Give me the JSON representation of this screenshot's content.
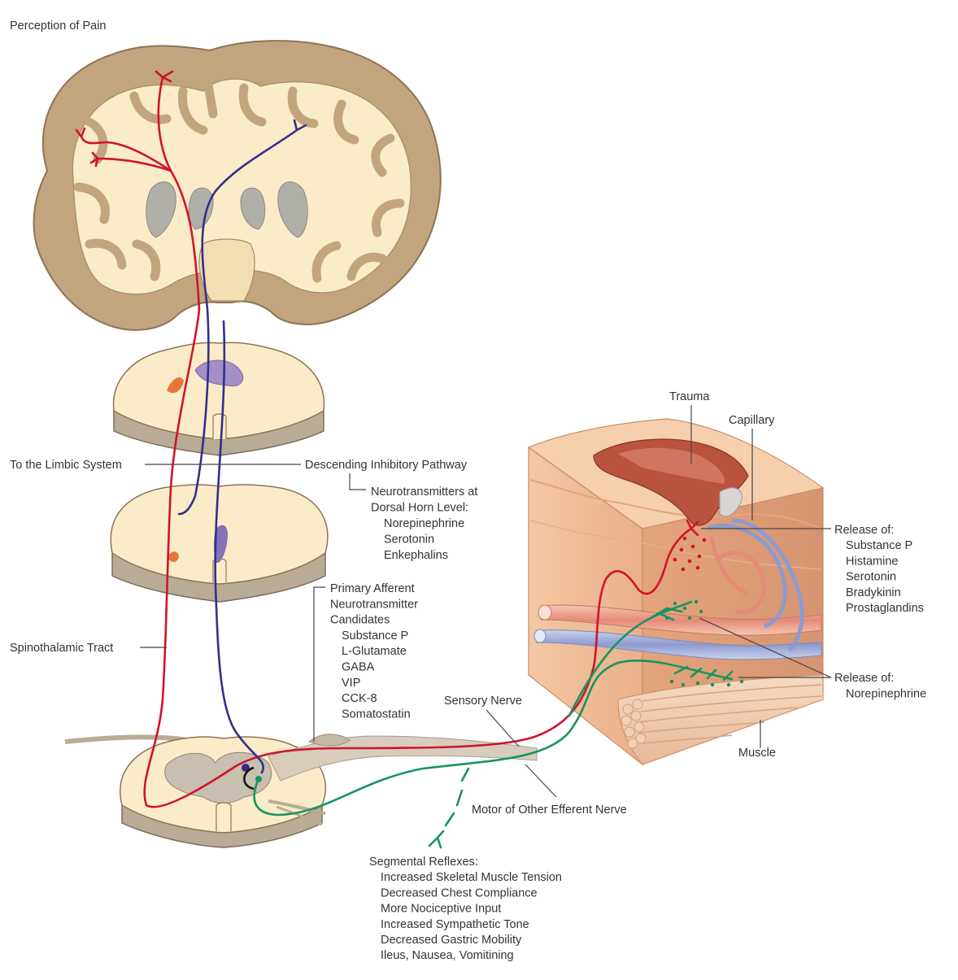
{
  "title": "Perception of Pain",
  "labels": {
    "limbic": "To the Limbic System",
    "descending": "Descending Inhibitory Pathway",
    "spinothalamic": "Spinothalamic Tract",
    "sensory_nerve": "Sensory Nerve",
    "motor_nerve": "Motor of Other Efferent Nerve",
    "trauma": "Trauma",
    "capillary": "Capillary",
    "muscle": "Muscle"
  },
  "dorsal_horn": {
    "heading": [
      "Neurotransmitters at",
      "Dorsal Horn Level:"
    ],
    "items": [
      "Norepinephrine",
      "Serotonin",
      "Enkephalins"
    ]
  },
  "primary_afferent": {
    "heading": [
      "Primary Afferent",
      "Neurotransmitter",
      "Candidates"
    ],
    "items": [
      "Substance P",
      "L-Glutamate",
      "GABA",
      "VIP",
      "CCK-8",
      "Somatostatin"
    ]
  },
  "release_1": {
    "heading": "Release of:",
    "items": [
      "Substance P",
      "Histamine",
      "Serotonin",
      "Bradykinin",
      "Prostaglandins"
    ]
  },
  "release_2": {
    "heading": "Release of:",
    "items": [
      "Norepinephrine"
    ]
  },
  "segmental_reflexes": {
    "heading": "Segmental Reflexes:",
    "items": [
      "Increased Skeletal Muscle Tension",
      "Decreased Chest Compliance",
      "More Nociceptive Input",
      "Increased Sympathetic Tone",
      "Decreased Gastric Mobility",
      "Ileus, Nausea, Vomitining"
    ]
  },
  "colors": {
    "sensory_pathway": "#d0142c",
    "descending_pathway": "#33308a",
    "efferent_nerve": "#17955f",
    "grey_matter": "#c2a57e",
    "white_matter": "#fbecc9",
    "tissue": "#f0c4a0"
  }
}
